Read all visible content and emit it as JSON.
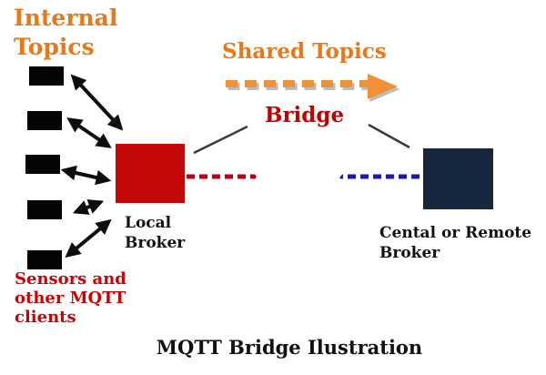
{
  "title": "MQTT Bridge Ilustration",
  "labels": {
    "internal_topics": "Internal\nTopics",
    "shared_topics": "Shared Topics",
    "bridge": "Bridge",
    "local_broker": "Local\nBroker",
    "remote_broker": "Cental or Remote\nBroker",
    "sensors": "Sensors and\nother MQTT\nclients"
  },
  "nodes": {
    "internal_topic_count": 5,
    "local_broker": "Local Broker",
    "remote_broker": "Cental or Remote Broker",
    "cloud": "network-cloud"
  },
  "colors": {
    "topics_orange": "#E8791A",
    "arrow_orange": "#F09038",
    "bridge_red": "#C00000",
    "broker_red": "#C40808",
    "broker_navy": "#16273E",
    "dashed_red": "#C00010",
    "dashed_blue": "#1A1AA6",
    "sensors_red": "#CC0000",
    "node_black": "#050505",
    "arrow_black": "#0D0D0D",
    "callout_gray": "#3A3A3A",
    "shadow_gray": "#BDBDBD",
    "cloud_fill": "#FFFFFF",
    "cloud_stroke": "#1A1A1A"
  }
}
